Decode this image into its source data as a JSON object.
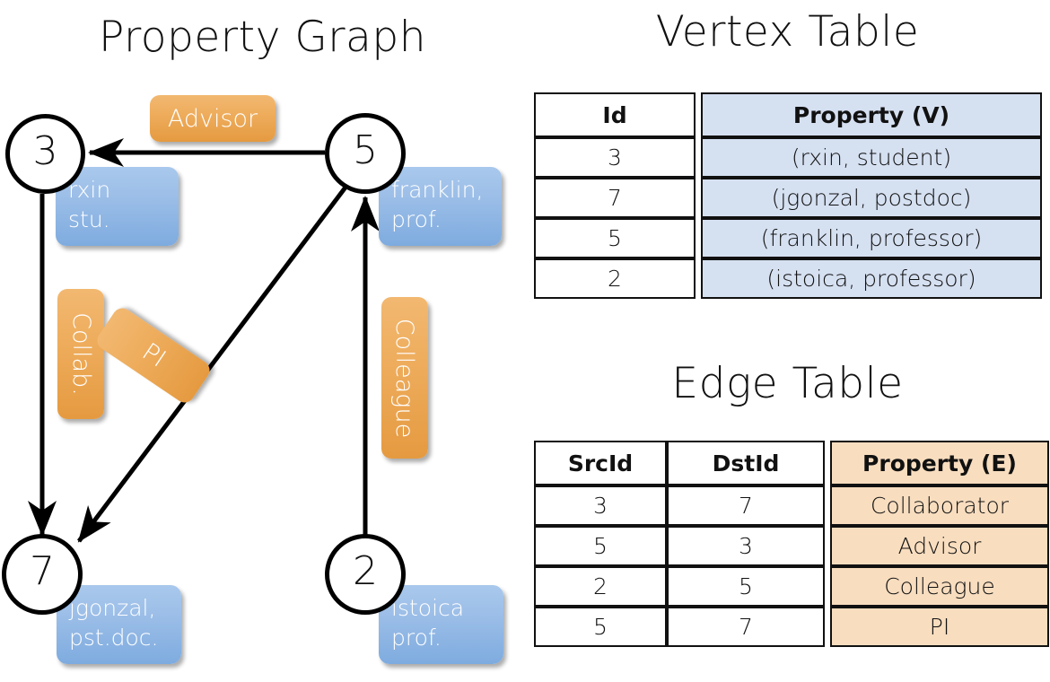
{
  "titles": {
    "property_graph": "Property Graph",
    "vertex_table": "Vertex Table",
    "edge_table": "Edge Table"
  },
  "colors": {
    "vertex_property_fill": "#d5e0f1",
    "edge_property_fill": "#f8ddbf",
    "vertex_box_fill": "#9dbfe8",
    "edge_label_fill": "#eead5d",
    "stroke": "#111111",
    "background": "#ffffff"
  },
  "graph": {
    "nodes": [
      {
        "id": "3",
        "label": "3",
        "property_lines": [
          "rxin",
          "stu."
        ]
      },
      {
        "id": "5",
        "label": "5",
        "property_lines": [
          "franklin,",
          "prof."
        ]
      },
      {
        "id": "7",
        "label": "7",
        "property_lines": [
          "jgonzal,",
          "pst.doc."
        ]
      },
      {
        "id": "2",
        "label": "2",
        "property_lines": [
          "istoica",
          "prof."
        ]
      }
    ],
    "edge_labels": [
      {
        "name": "advisor",
        "text": "Advisor",
        "orientation": "horizontal"
      },
      {
        "name": "collab",
        "text": "Collab.",
        "orientation": "vertical"
      },
      {
        "name": "pi",
        "text": "PI",
        "orientation": "rotated"
      },
      {
        "name": "colleague",
        "text": "Colleague",
        "orientation": "vertical"
      }
    ],
    "edges": [
      {
        "src": "5",
        "dst": "3",
        "label": "Advisor"
      },
      {
        "src": "3",
        "dst": "7",
        "label": "Collab."
      },
      {
        "src": "5",
        "dst": "7",
        "label": "PI"
      },
      {
        "src": "2",
        "dst": "5",
        "label": "Colleague"
      }
    ]
  },
  "vertex_table": {
    "headers": [
      "Id",
      "Property (V)"
    ],
    "rows": [
      {
        "id": "3",
        "property": "(rxin, student)"
      },
      {
        "id": "7",
        "property": "(jgonzal, postdoc)"
      },
      {
        "id": "5",
        "property": "(franklin, professor)"
      },
      {
        "id": "2",
        "property": "(istoica, professor)"
      }
    ]
  },
  "edge_table": {
    "headers": [
      "SrcId",
      "DstId",
      "Property (E)"
    ],
    "rows": [
      {
        "src": "3",
        "dst": "7",
        "property": "Collaborator"
      },
      {
        "src": "5",
        "dst": "3",
        "property": "Advisor"
      },
      {
        "src": "2",
        "dst": "5",
        "property": "Colleague"
      },
      {
        "src": "5",
        "dst": "7",
        "property": "PI"
      }
    ]
  }
}
